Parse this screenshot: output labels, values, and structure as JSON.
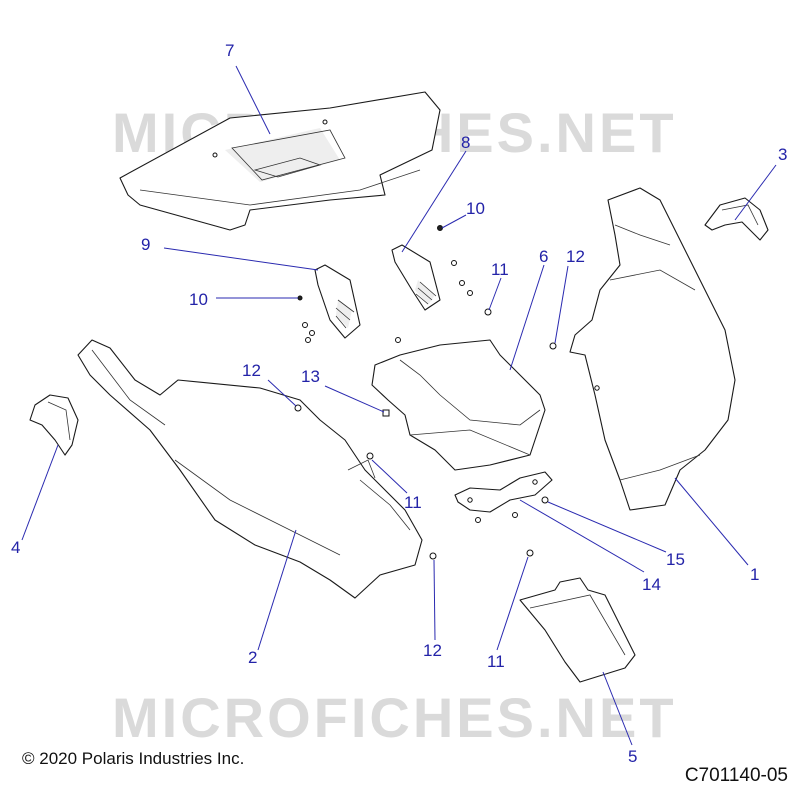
{
  "watermark": "MICROFICHES.NET",
  "copyright": "© 2020 Polaris Industries Inc.",
  "diagram_code": "C701140-05",
  "callouts": {
    "c1": "1",
    "c2": "2",
    "c3": "3",
    "c4": "4",
    "c5": "5",
    "c6": "6",
    "c7": "7",
    "c8": "8",
    "c9": "9",
    "c10a": "10",
    "c10b": "10",
    "c11a": "11",
    "c11b": "11",
    "c11c": "11",
    "c12a": "12",
    "c12b": "12",
    "c12c": "12",
    "c13": "13",
    "c14": "14",
    "c15": "15"
  },
  "colors": {
    "callout": "#2323a8",
    "line": "#1a1a1a",
    "watermark": "#dadada"
  }
}
